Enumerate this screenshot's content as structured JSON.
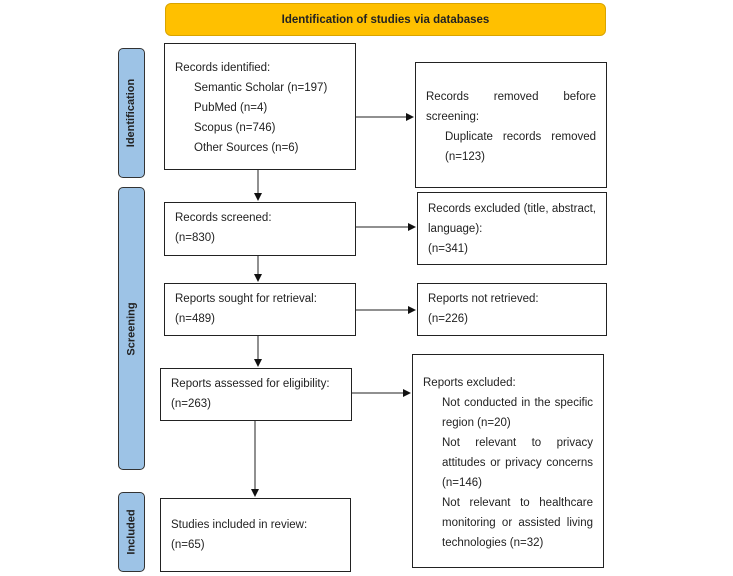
{
  "header": {
    "title": "Identification of studies via databases",
    "color": "#FFC000"
  },
  "phases": {
    "identification": "Identification",
    "screening": "Screening",
    "included": "Included",
    "color": "#9DC3E6"
  },
  "identified": {
    "heading": "Records identified:",
    "sources": [
      "Semantic Scholar (n=197)",
      "PubMed (n=4)",
      "Scopus (n=746)",
      "Other Sources (n=6)"
    ]
  },
  "removed": {
    "heading": "Records removed before screening:",
    "item": "Duplicate records removed (n=123)"
  },
  "screened": {
    "heading": "Records screened:",
    "count": "(n=830)"
  },
  "excluded": {
    "heading": "Records excluded (title, abstract, language):",
    "count": "(n=341)"
  },
  "sought": {
    "heading": "Reports sought for retrieval:",
    "count": "(n=489)"
  },
  "not_retrieved": {
    "heading": "Reports not retrieved:",
    "count": "(n=226)"
  },
  "assessed": {
    "heading": "Reports assessed for eligibility:",
    "count": "(n=263)"
  },
  "reports_excluded": {
    "heading": "Reports excluded:",
    "reasons": [
      "Not conducted in the specific region (n=20)",
      "Not relevant to privacy attitudes or privacy concerns (n=146)",
      "Not relevant to healthcare monitoring or assisted living technologies (n=32)"
    ]
  },
  "included": {
    "heading": "Studies included in review:",
    "count": "(n=65)"
  }
}
